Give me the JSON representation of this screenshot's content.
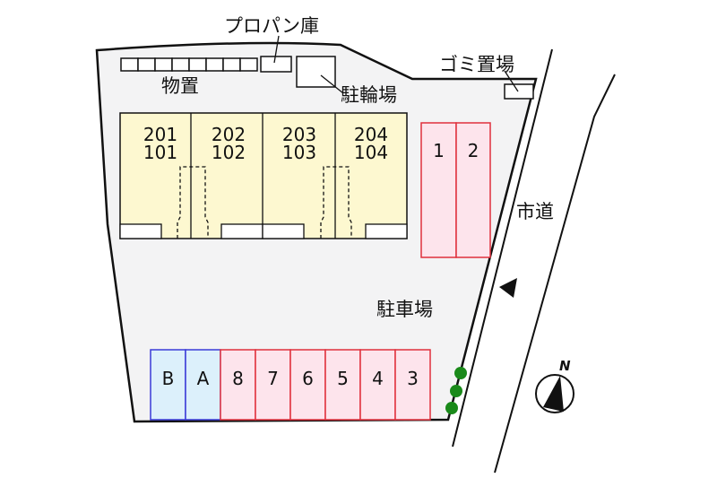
{
  "labels": {
    "propane": "プロパン庫",
    "storage": "物置",
    "bicycle": "駐輪場",
    "garbage": "ゴミ置場",
    "city_road": "市道",
    "parking": "駐車場",
    "north": "N"
  },
  "units": [
    {
      "upper": "201",
      "lower": "101"
    },
    {
      "upper": "202",
      "lower": "102"
    },
    {
      "upper": "203",
      "lower": "103"
    },
    {
      "upper": "204",
      "lower": "104"
    }
  ],
  "parking_top": [
    "1",
    "2"
  ],
  "parking_bottom": [
    "B",
    "A",
    "8",
    "7",
    "6",
    "5",
    "4",
    "3"
  ],
  "colors": {
    "lot": "#f3f3f4",
    "building": "#fdf8d0",
    "parking_fill": "#fde4ec",
    "parking_border": "#e0303c",
    "bike_fill": "#dcf0fb",
    "bike_border": "#3a3ad8",
    "tree": "#1a8a1a"
  }
}
